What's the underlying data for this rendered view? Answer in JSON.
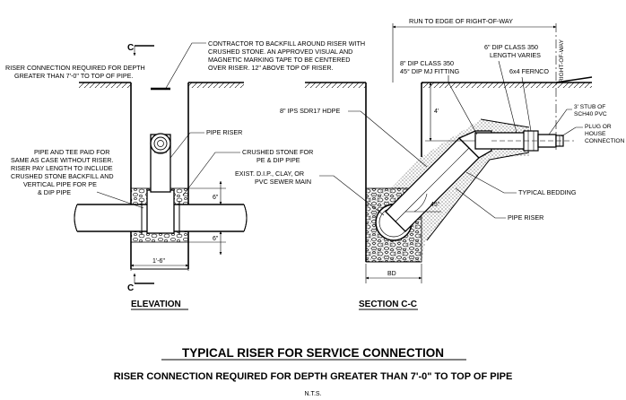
{
  "elevation": {
    "section_mark_top": "C",
    "section_mark_bottom": "C",
    "note_depth": [
      "RISER CONNECTION REQUIRED FOR DEPTH",
      "GREATER THAN 7'-0\" TO TOP OF PIPE."
    ],
    "note_contractor": [
      "CONTRACTOR TO BACKFILL AROUND RISER WITH",
      "CRUSHED STONE.  AN APPROVED VISUAL AND",
      "MAGNETIC MARKING TAPE TO BE CENTERED",
      "OVER RISER.  12\" ABOVE TOP OF RISER."
    ],
    "note_pay": [
      "PIPE AND TEE PAID FOR",
      "SAME AS CASE WITHOUT RISER.",
      "RISER PAY LENGTH TO INCLUDE",
      "CRUSHED STONE BACKFILL AND",
      "VERTICAL PIPE FOR PE",
      "& DIP PIPE"
    ],
    "label_pipe_riser": "PIPE RISER",
    "label_crushed_stone": [
      "CRUSHED STONE FOR",
      "PE & DIP PIPE"
    ],
    "dim_width": "1'-6\"",
    "dim_top": "6\"",
    "dim_bottom": "6\"",
    "title": "ELEVATION"
  },
  "section": {
    "run_label": "RUN TO EDGE OF RIGHT-OF-WAY",
    "row_label": "RIGHT-OF-WAY",
    "label_dip_fitting": [
      "8\" DIP CLASS 350",
      "45° DIP MJ FITTING"
    ],
    "label_dip_length": [
      "6\" DIP CLASS 350",
      "LENGTH VARIES"
    ],
    "label_fernco": "6x4 FERNCO",
    "label_hdpe": "8\" IPS SDR17 HDPE",
    "label_exist": [
      "EXIST. D.I.P., CLAY, OR",
      "PVC SEWER MAIN"
    ],
    "label_stub": [
      "3' STUB OF",
      "SCH40 PVC"
    ],
    "label_plug": [
      "PLUG OR",
      "HOUSE",
      "CONNECTION"
    ],
    "label_bedding": "TYPICAL BEDDING",
    "label_pipe_riser": "PIPE RISER",
    "dim_depth": "4'",
    "dim_angle": "45°",
    "dim_bd": "BD",
    "title": "SECTION C-C"
  },
  "footer": {
    "title": "TYPICAL RISER FOR SERVICE CONNECTION",
    "subtitle": "RISER CONNECTION REQUIRED FOR DEPTH GREATER THAN 7'-0\" TO TOP OF PIPE",
    "nts": "N.T.S."
  }
}
